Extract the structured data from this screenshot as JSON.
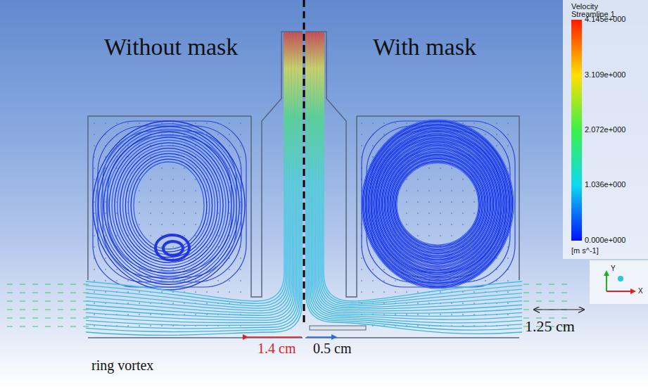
{
  "diagram": {
    "labels": [
      "Without mask",
      "With mask",
      "Velocity",
      "Streamline 1",
      "4.145e+000",
      "3.109e+000",
      "2.072e+000",
      "1.036e+000",
      "0.000e+000",
      "[m s^-1]",
      "Y",
      "X",
      "1.25 cm",
      "1.4 cm",
      "0.5 cm",
      "ring vortex"
    ]
  }
}
